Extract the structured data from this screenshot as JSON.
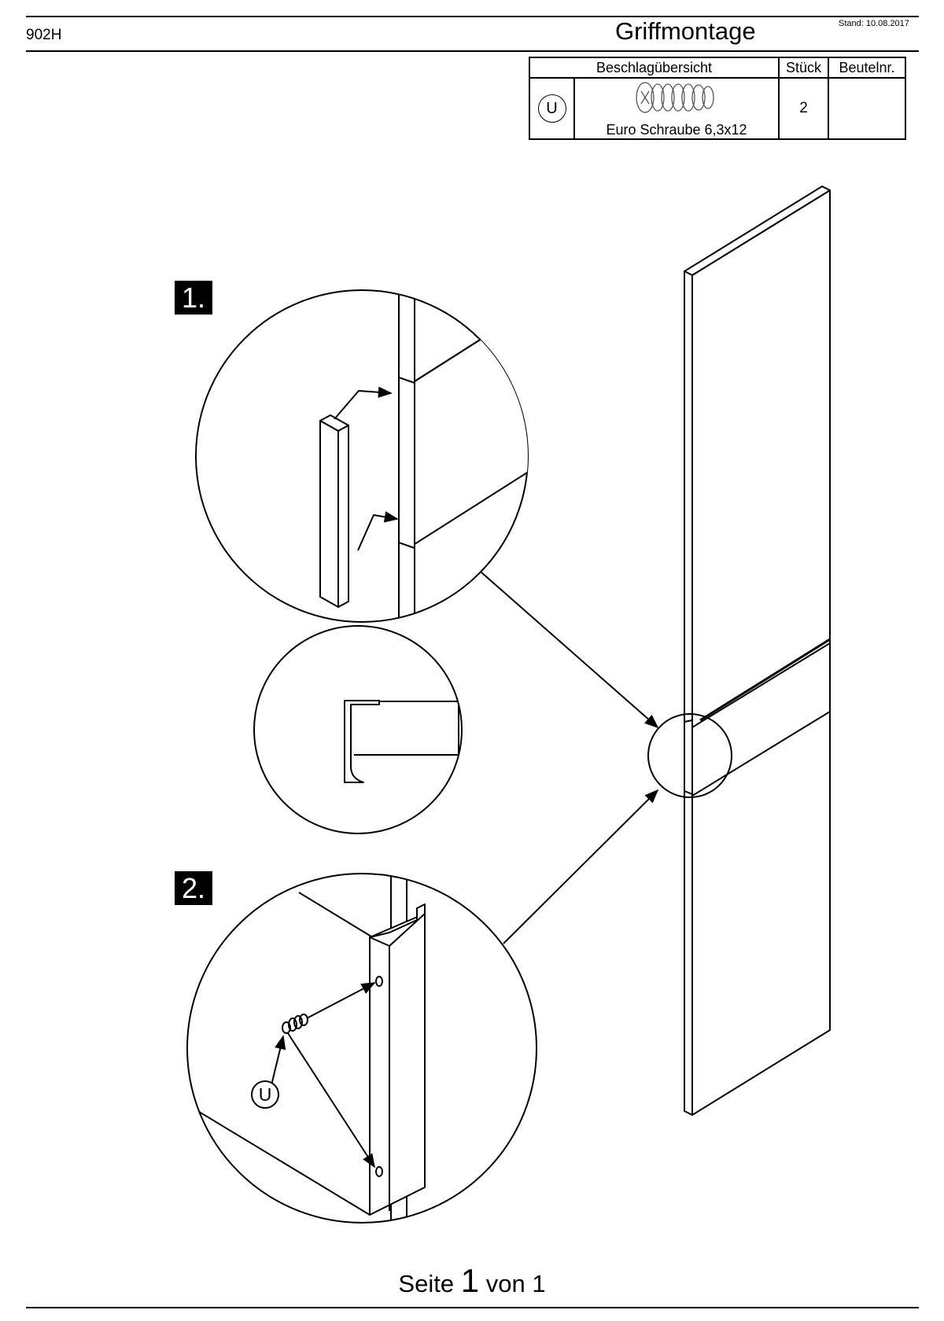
{
  "header": {
    "model": "902H",
    "title": "Griffmontage",
    "stand": "Stand: 10.08.2017"
  },
  "hardware_table": {
    "headers": [
      "Beschlagübersicht",
      "Stück",
      "Beutelnr."
    ],
    "rows": [
      {
        "letter": "U",
        "name": "Euro Schraube 6,3x12",
        "count": "2",
        "bag": ""
      }
    ]
  },
  "steps": [
    {
      "label": "1."
    },
    {
      "label": "2."
    }
  ],
  "callout": {
    "letter": "U"
  },
  "footer": {
    "prefix": "Seite",
    "page": "1",
    "middle": "von",
    "total": "1"
  }
}
